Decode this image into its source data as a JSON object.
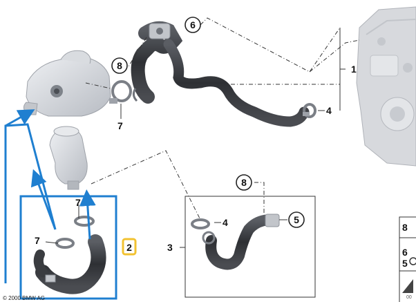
{
  "diagram": {
    "labels": {
      "l1": "1",
      "l2": "2",
      "l3": "3",
      "l4a": "4",
      "l4b": "4",
      "l5": "5",
      "l6": "6",
      "l7a": "7",
      "l7b": "7",
      "l7c": "7",
      "l8a": "8",
      "l8b": "8"
    },
    "legend": {
      "row1": "8",
      "row2a": "6",
      "row2b": "5"
    },
    "footer": {
      "copyright": "© 2000 BMW AG",
      "code": "00"
    },
    "colors": {
      "highlight_blue": "#1f7fd0",
      "highlight_yellow": "#f2c230",
      "hose_dark": "#3a3c40",
      "part_gray": "#c9ccd1"
    }
  }
}
